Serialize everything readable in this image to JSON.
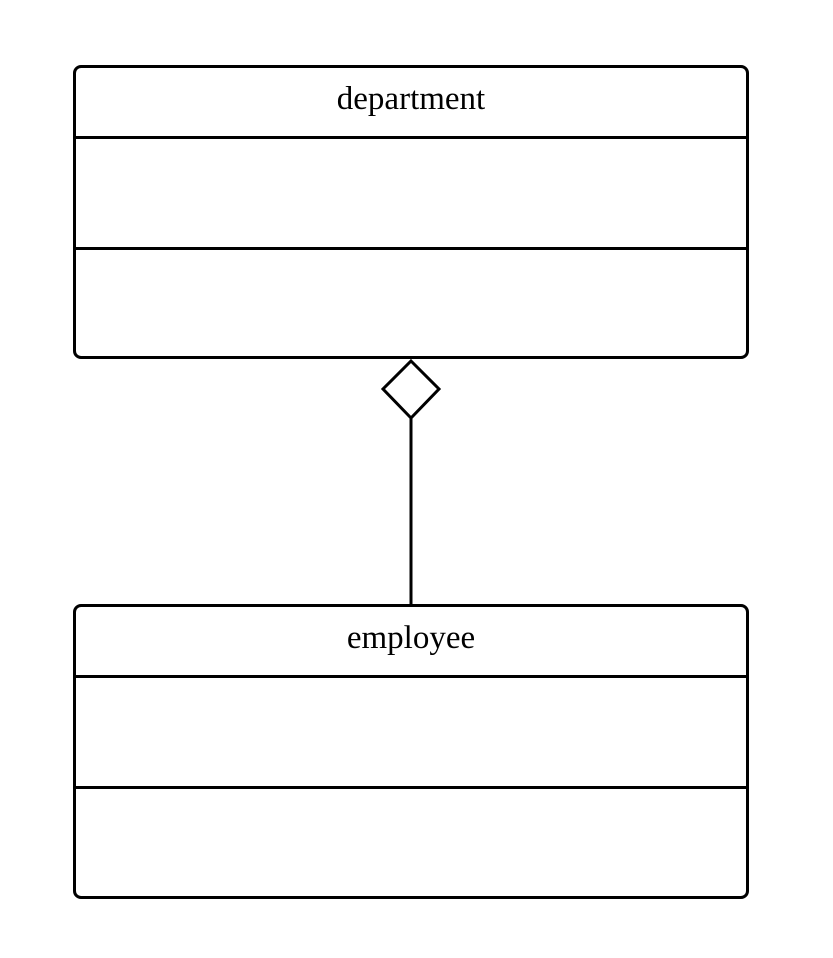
{
  "diagram": {
    "type": "uml-class-diagram",
    "classes": [
      {
        "name": "department",
        "attributes": [],
        "operations": []
      },
      {
        "name": "employee",
        "attributes": [],
        "operations": []
      }
    ],
    "relationships": [
      {
        "type": "aggregation",
        "whole": "department",
        "part": "employee"
      }
    ]
  },
  "colors": {
    "line": "#000000",
    "background": "#ffffff"
  }
}
